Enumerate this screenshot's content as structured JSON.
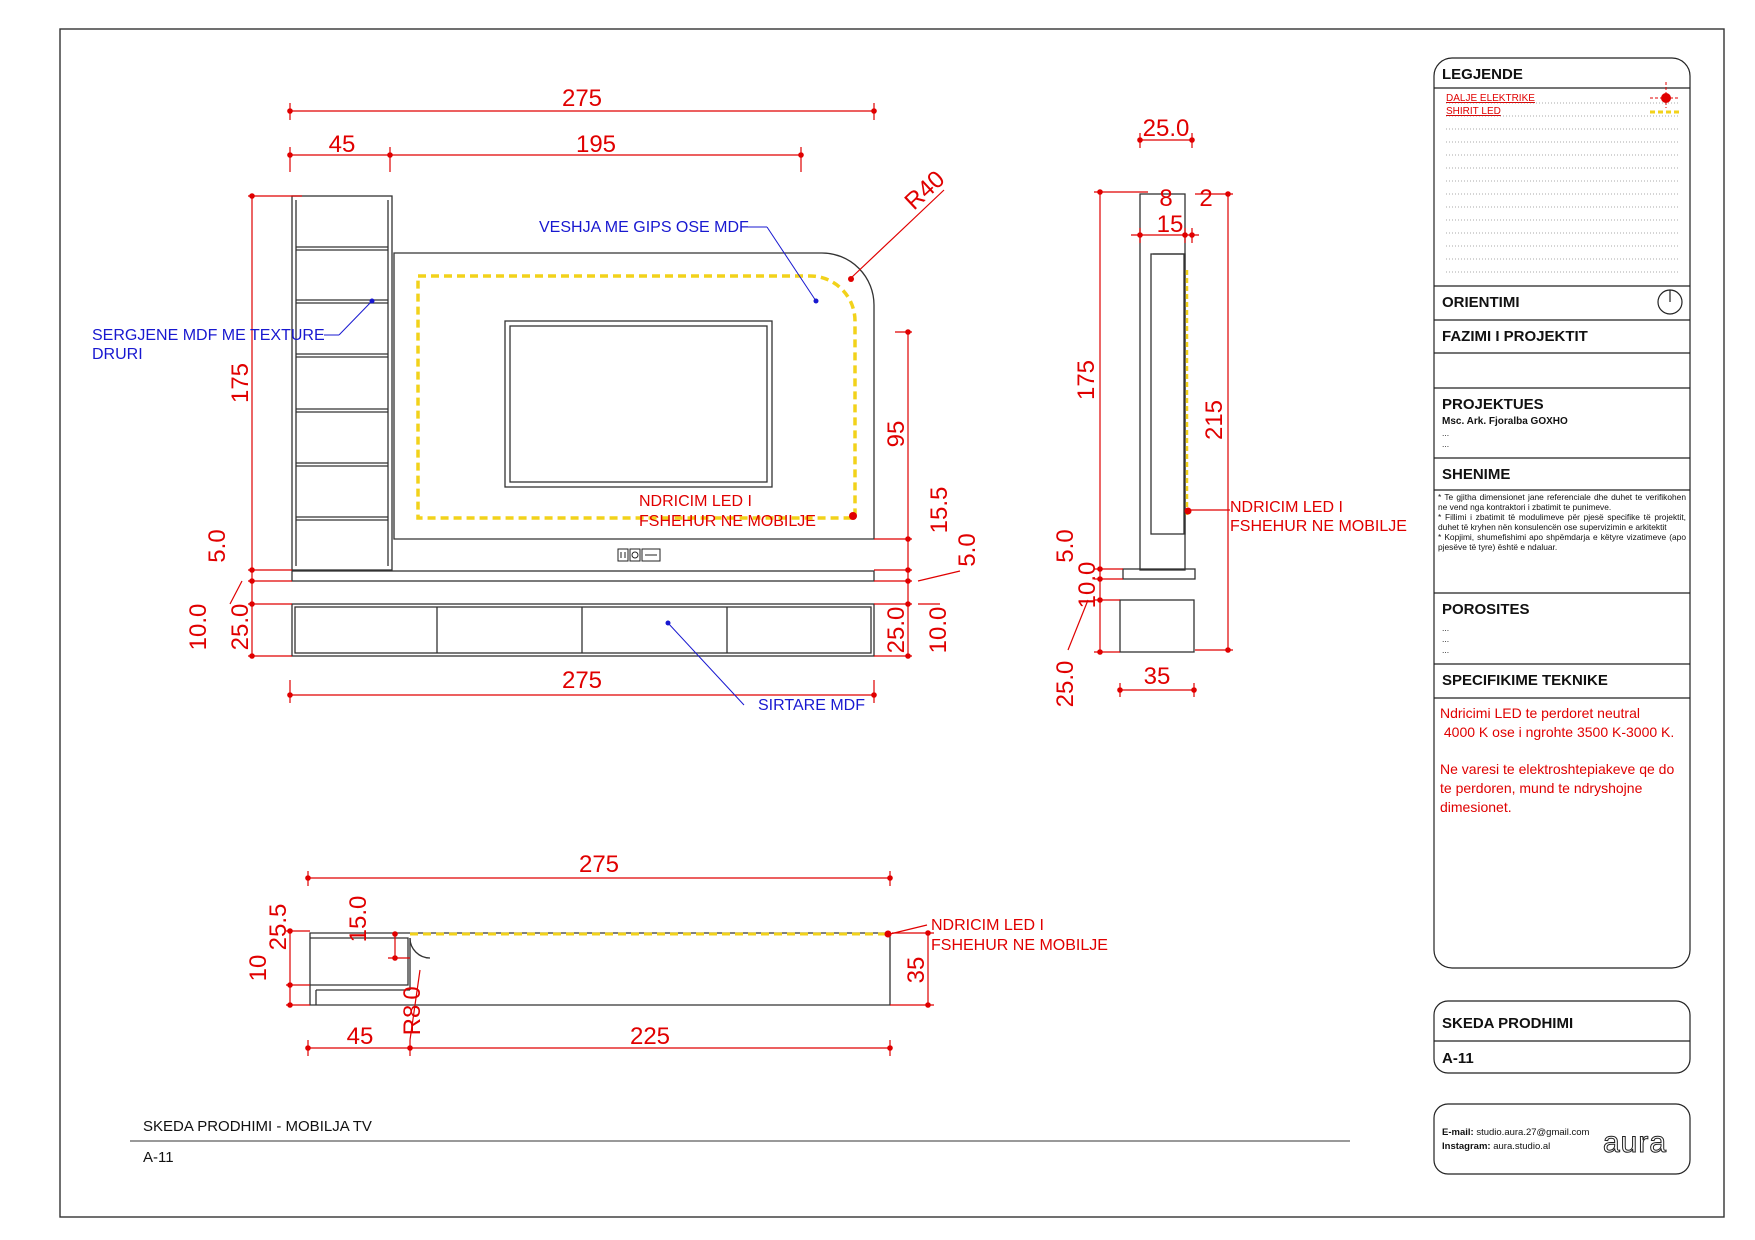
{
  "drawing": {
    "front_view": {
      "dim_top_total": "275",
      "dim_left_module": "45",
      "dim_main_module": "195",
      "dim_height": "175",
      "dim_radius": "R40",
      "dim_95": "95",
      "dim_15_5": "15.5",
      "dim_5_left": "5.0",
      "dim_5_right": "5.0",
      "dim_10_left": "10.0",
      "dim_25_left": "25.0",
      "dim_25_right": "25.0",
      "dim_10_right": "10.0",
      "dim_bottom_total": "275",
      "label_cladding": "VESHJA ME GIPS OSE MDF",
      "label_shelves_line1": "SERGJENE MDF ME TEXTURE",
      "label_shelves_line2": "DRURI",
      "label_led_line1": "NDRICIM LED I",
      "label_led_line2": "FSHEHUR NE MOBILJE",
      "label_drawers": "SIRTARE MDF"
    },
    "side_view": {
      "dim_top": "25.0",
      "dim_8": "8",
      "dim_2": "2",
      "dim_15": "15",
      "dim_175": "175",
      "dim_215": "215",
      "dim_5": "5.0",
      "dim_10": "10.0",
      "dim_25": "25.0",
      "dim_35": "35",
      "label_led_line1": "NDRICIM LED I",
      "label_led_line2": "FSHEHUR NE MOBILJE"
    },
    "plan_view": {
      "dim_total": "275",
      "dim_25_5": "25.5",
      "dim_10": "10",
      "dim_15": "15.0",
      "dim_r8": "R8",
      "dim_0": "0",
      "dim_35": "35",
      "dim_45": "45",
      "dim_225": "225",
      "label_led_line1": "NDRICIM LED I",
      "label_led_line2": "FSHEHUR NE MOBILJE"
    }
  },
  "footer": {
    "sheet_title": "SKEDA PRODHIMI - MOBILJA TV",
    "sheet_code": "A-11"
  },
  "titleblock": {
    "legend_title": "LEGJENDE",
    "legend_items": [
      "DALJE ELEKTRIKE",
      "SHIRIT LED"
    ],
    "orientation": "ORIENTIMI",
    "phase": "FAZIMI I PROJEKTIT",
    "designer_title": "PROJEKTUES",
    "designer_name": "Msc. Ark. Fjoralba GOXHO",
    "designer_extra": [
      "...",
      "..."
    ],
    "notes_title": "SHENIME",
    "notes": [
      "* Te gjitha dimensionet jane referenciale dhe duhet te verifikohen ne vend nga kontraktori i zbatimit te punimeve.",
      "* Fillimi i zbatimit të modulimeve për pjesë specifike të projektit, duhet të kryhen nën konsulencën ose supervizimin e arkitektit",
      "* Kopjimi, shumefishimi apo shpëmdarja e këtyre vizatimeve (apo pjesëve të tyre) është e ndaluar."
    ],
    "orders_title": "POROSITES",
    "orders": [
      "...",
      "...",
      "..."
    ],
    "specs_title": "SPECIFIKIME TEKNIKE",
    "specs_p1": [
      "Ndricimi LED te perdoret neutral",
      " 4000 K ose i ngrohte 3500 K-3000 K."
    ],
    "specs_p2": [
      "Ne varesi te elektroshtepiakeve qe do",
      "te perdoren, mund te ndryshojne",
      "dimesionet."
    ],
    "sheet_label": "SKEDA PRODHIMI",
    "sheet_code": "A-11",
    "email_label": "E-mail:",
    "email": "studio.aura.27@gmail.com",
    "instagram_label": "Instagram:",
    "instagram": "aura.studio.al",
    "logo": "aura"
  },
  "colors": {
    "dimension": "#e00000",
    "annotation_blue": "#1818d0",
    "led_strip": "#f2d21a"
  }
}
